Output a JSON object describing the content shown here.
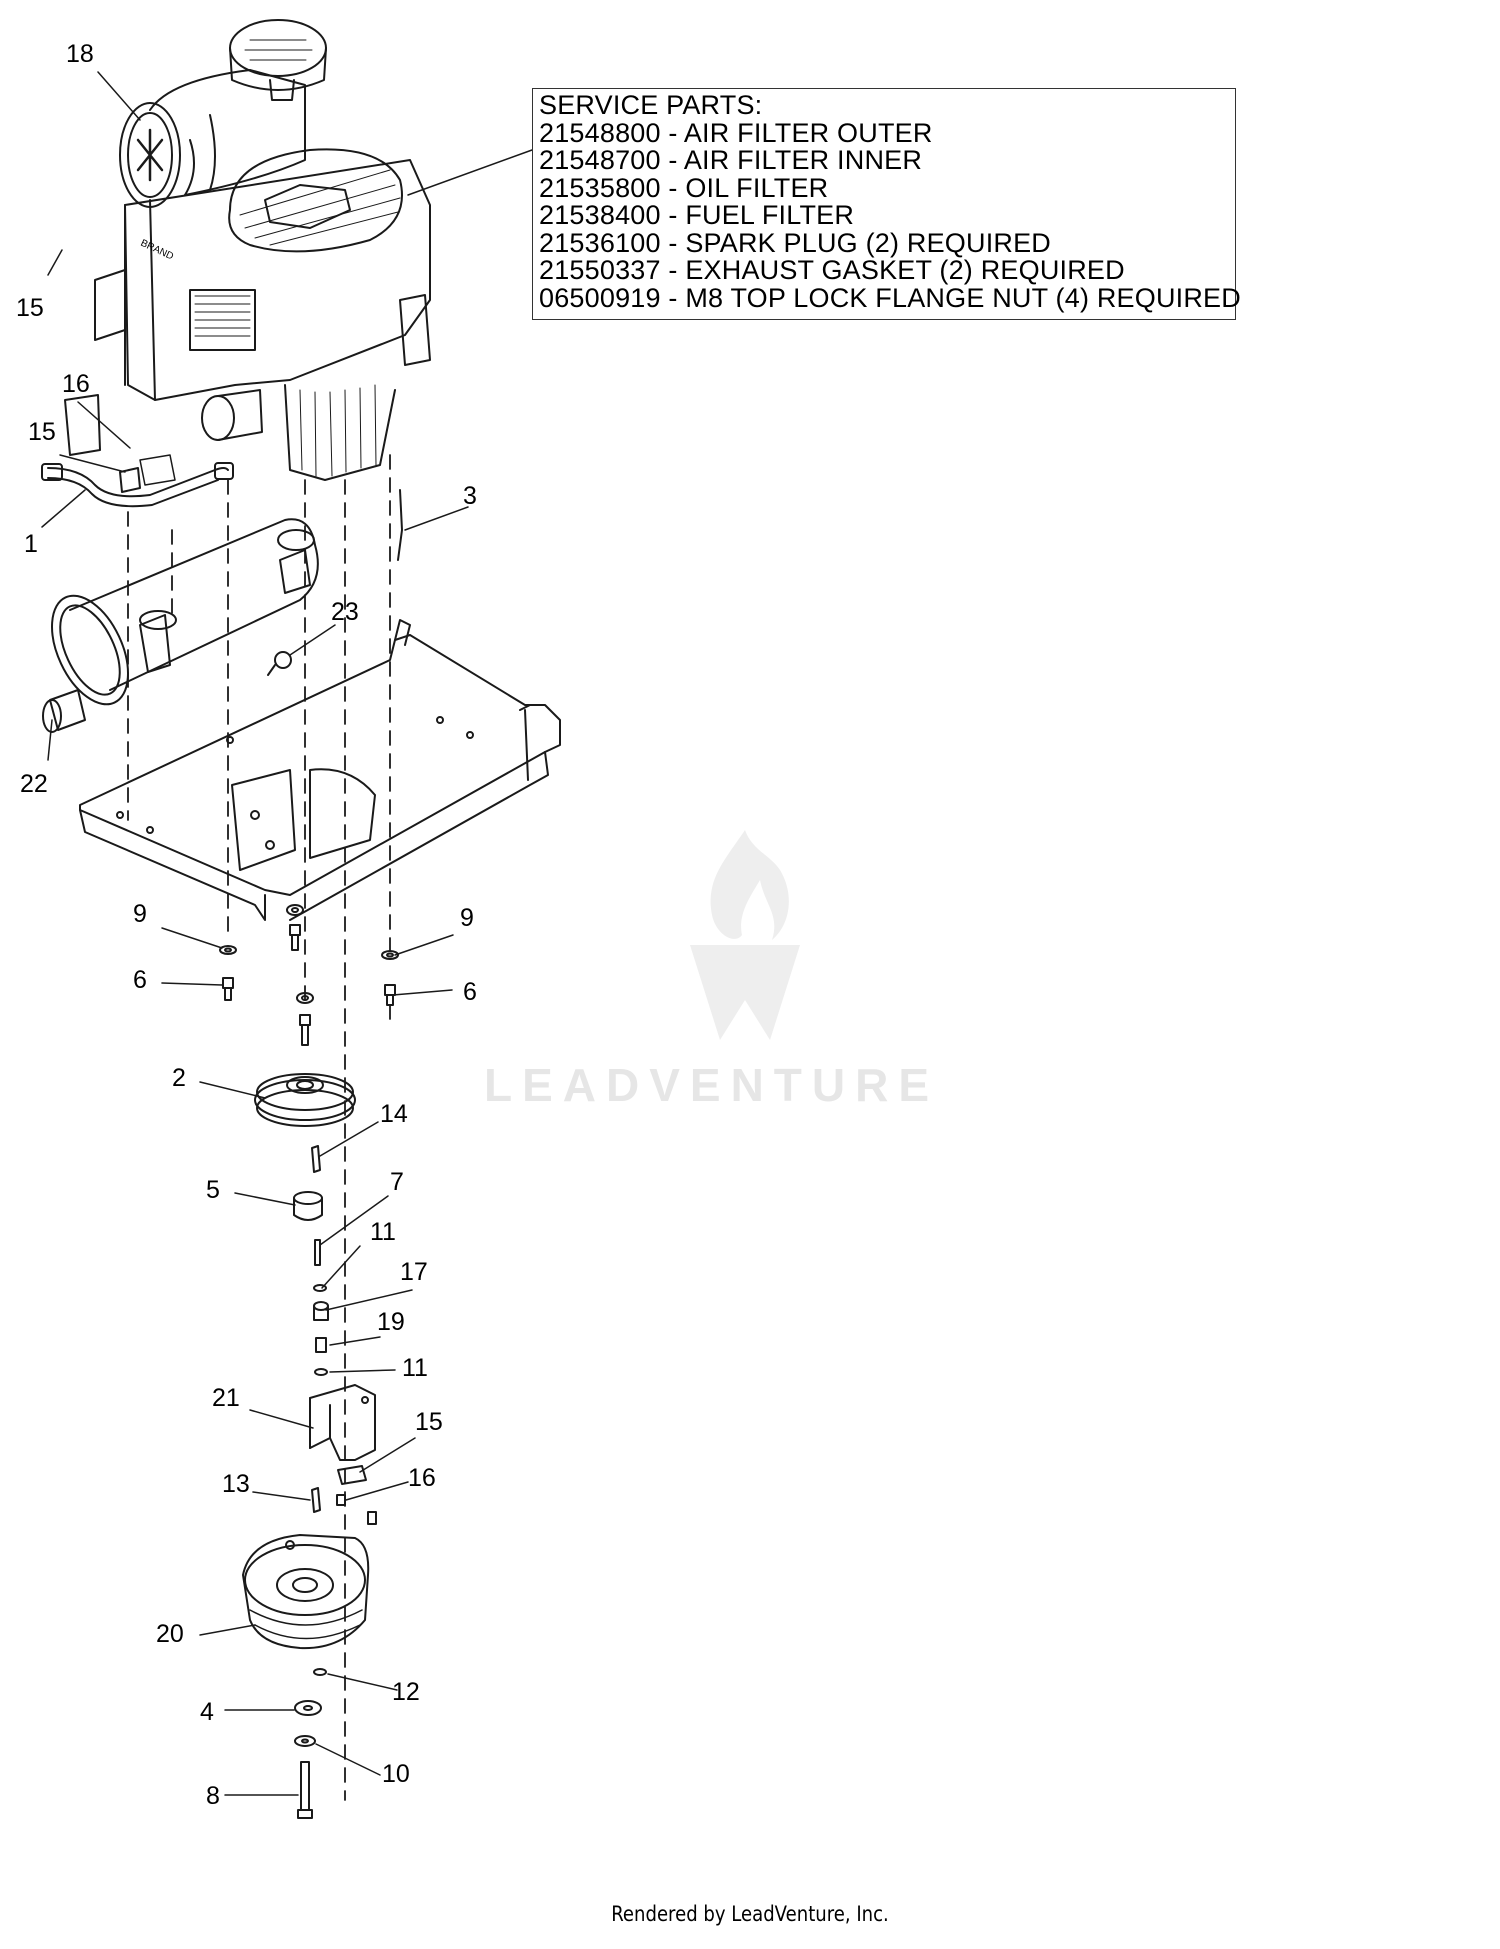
{
  "service_parts": {
    "heading": "SERVICE PARTS:",
    "items": [
      "21548800 - AIR FILTER OUTER",
      "21548700 - AIR FILTER INNER",
      "21535800 - OIL FILTER",
      "21538400 - FUEL FILTER",
      "21536100 - SPARK PLUG (2) REQUIRED",
      "21550337 - EXHAUST GASKET (2) REQUIRED",
      "06500919 - M8 TOP LOCK FLANGE NUT (4) REQUIRED"
    ]
  },
  "callouts": [
    "18",
    "15",
    "16",
    "15",
    "1",
    "3",
    "23",
    "22",
    "9",
    "6",
    "9",
    "6",
    "2",
    "14",
    "5",
    "7",
    "11",
    "17",
    "19",
    "11",
    "21",
    "15",
    "16",
    "13",
    "20",
    "12",
    "4",
    "10",
    "8"
  ],
  "watermark": "LEADVENTURE",
  "footer": "Rendered by LeadVenture, Inc."
}
